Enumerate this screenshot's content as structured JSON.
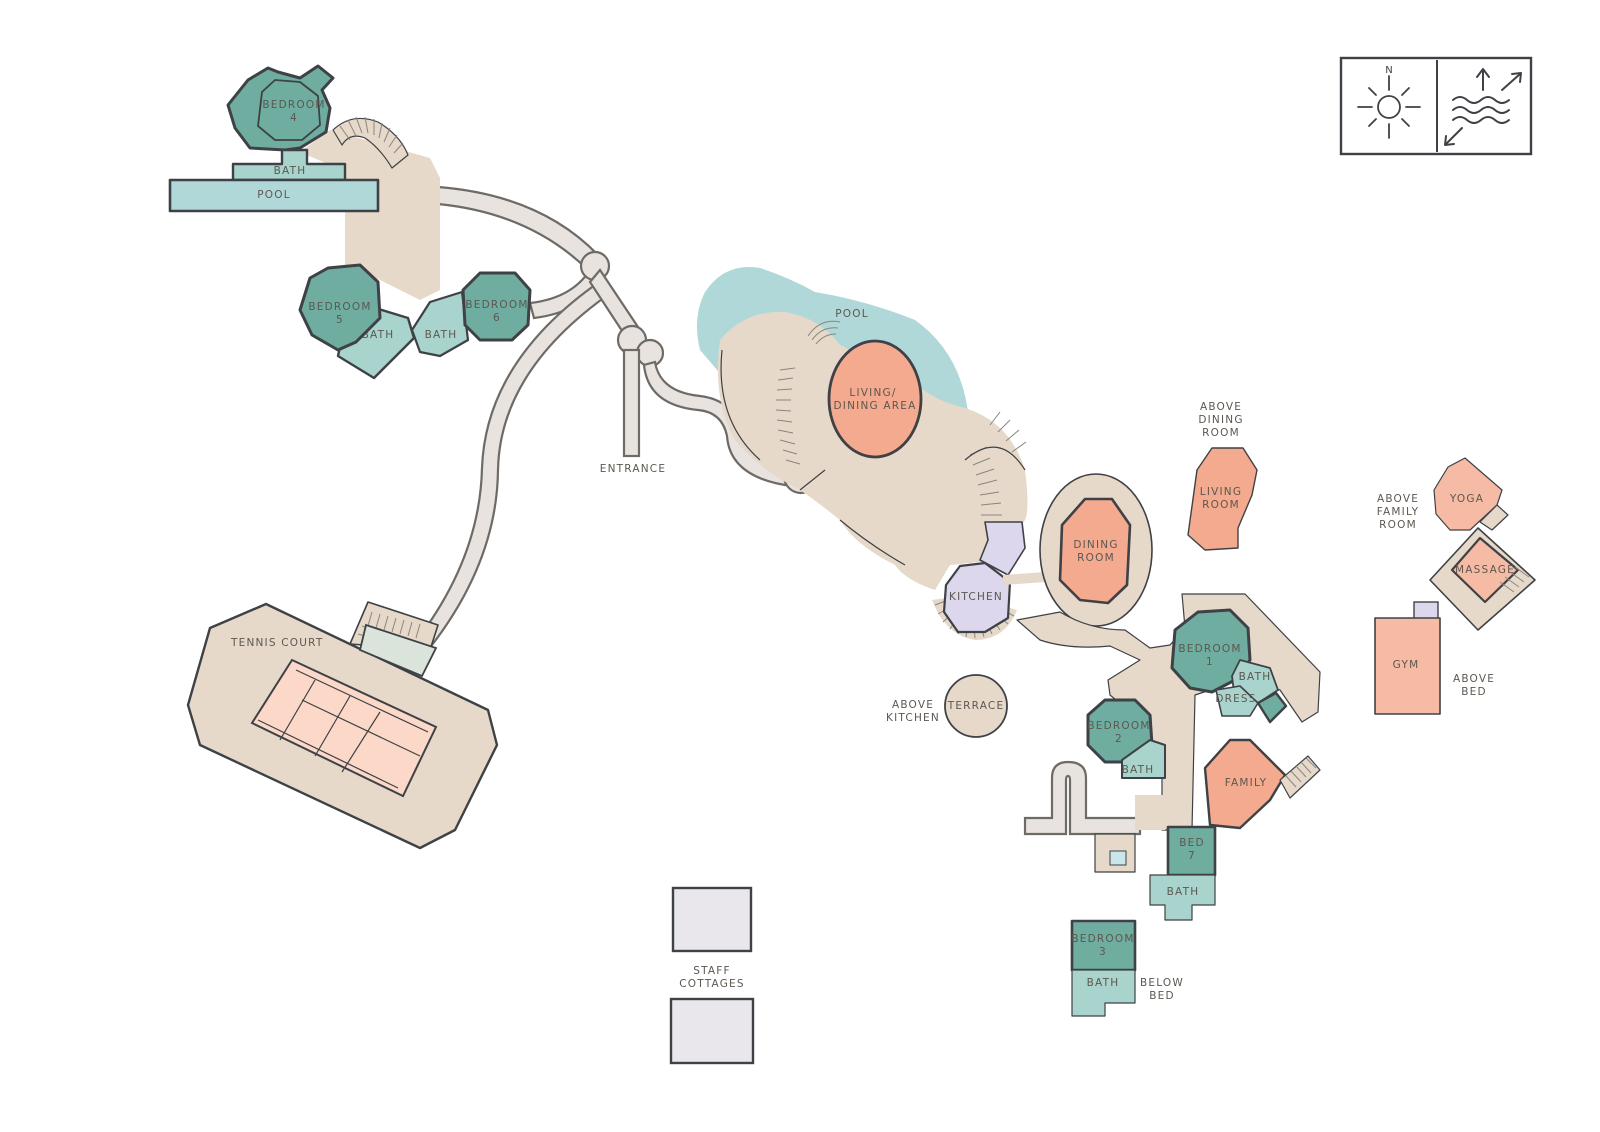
{
  "colors": {
    "bedroom": "#6fada1",
    "bath": "#a8d4cd",
    "pool": "#b1d8d8",
    "living": "#f6bba4",
    "terrace_ground": "#e6d9ca",
    "kitchen": "#dcd7ed",
    "walkway": "#e8e3de",
    "staff": "#e9e7ec",
    "outline": "#3e4145"
  },
  "legend": {
    "north_label": "N",
    "icons": [
      "sun-compass-icon",
      "waves-arrows-icon"
    ]
  },
  "labels": {
    "bedroom4": [
      "BEDROOM",
      "4"
    ],
    "bath_top": "BATH",
    "pool_top": "POOL",
    "bedroom5": [
      "BEDROOM",
      "5"
    ],
    "bath5": "BATH",
    "bath6": "BATH",
    "bedroom6": [
      "BEDROOM",
      "6"
    ],
    "entrance": "ENTRANCE",
    "pool_main": "POOL",
    "living_dining": [
      "LIVING/",
      "DINING AREA"
    ],
    "kitchen": "KITCHEN",
    "dining_room": [
      "DINING",
      "ROOM"
    ],
    "above_dining_room": [
      "ABOVE",
      "DINING",
      "ROOM"
    ],
    "living_room": [
      "LIVING",
      "ROOM"
    ],
    "above_family_room": [
      "ABOVE",
      "FAMILY",
      "ROOM"
    ],
    "yoga": "YOGA",
    "massage": "MASSAGE",
    "gym": "GYM",
    "above_bed": [
      "ABOVE",
      "BED"
    ],
    "tennis_court": "TENNIS COURT",
    "above_kitchen": [
      "ABOVE",
      "KITCHEN"
    ],
    "terrace": "TERRACE",
    "bedroom1": [
      "BEDROOM",
      "1"
    ],
    "bath1": "BATH",
    "dress": "DRESS",
    "bedroom2": [
      "BEDROOM",
      "2"
    ],
    "bath2": "BATH",
    "family": "FAMILY",
    "bed7": [
      "BED",
      "7"
    ],
    "bath7": "BATH",
    "staff_cottages": [
      "STAFF",
      "COTTAGES"
    ],
    "bedroom3": [
      "BEDROOM",
      "3"
    ],
    "bath3": "BATH",
    "below_bed": [
      "BELOW",
      "BED"
    ]
  }
}
